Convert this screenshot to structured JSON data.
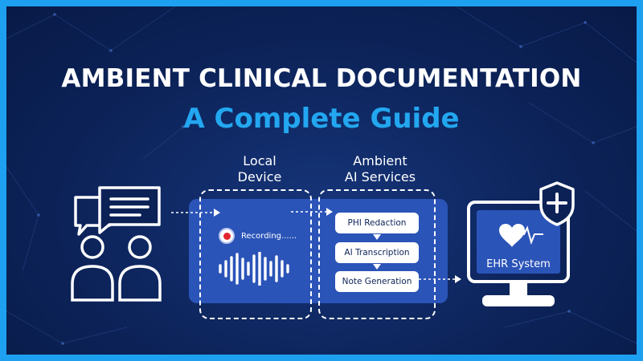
{
  "title": {
    "line1": "AMBIENT CLINICAL DOCUMENTATION",
    "line2": "A Complete Guide"
  },
  "labels": {
    "local_device": "Local\nDevice",
    "ambient_ai": "Ambient\nAI Services"
  },
  "recording": {
    "text": "Recording......"
  },
  "steps": [
    "PHI Redaction",
    "AI Transcription",
    "Note Generation"
  ],
  "ehr": {
    "label": "EHR System"
  },
  "icons": [
    "chat-bubbles-icon",
    "people-icon",
    "record-icon",
    "audio-wave-icon",
    "monitor-icon",
    "heart-pulse-icon",
    "shield-plus-icon"
  ],
  "colors": {
    "background": "#0c2257",
    "border": "#1ea0f0",
    "accent": "#22a7f0",
    "panel": "#2b54b8",
    "record": "#e3262e"
  }
}
